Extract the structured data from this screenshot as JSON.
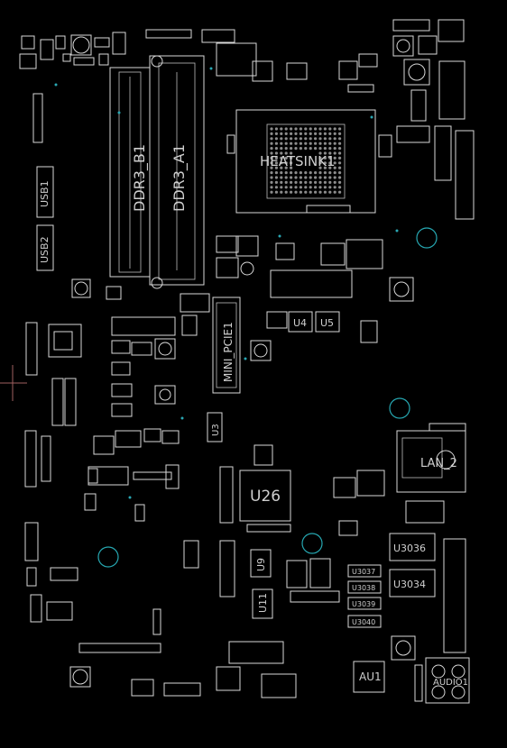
{
  "colors": {
    "background": "#000000",
    "silkscreen": "#d8d8d8",
    "mounting_hole": "#26a6b0",
    "cursor": "#a06060"
  },
  "labels": {
    "ddr3_b1": "DDR3_B1",
    "ddr3_a1": "DDR3_A1",
    "heatsink1": "HEATSINK1",
    "usb1": "USB1",
    "usb2": "USB2",
    "mini_pcie1": "MINI_PCIE1",
    "u4": "U4",
    "u5": "U5",
    "u3": "U3",
    "u26": "U26",
    "u9": "U9",
    "u11": "U11",
    "u3036": "U3036",
    "u3034": "U3034",
    "u3037": "U3037",
    "u3038": "U3038",
    "u3039": "U3039",
    "u3040": "U3040",
    "lan2": "LAN_2",
    "au1": "AU1",
    "audio1": "AUDIO1"
  }
}
